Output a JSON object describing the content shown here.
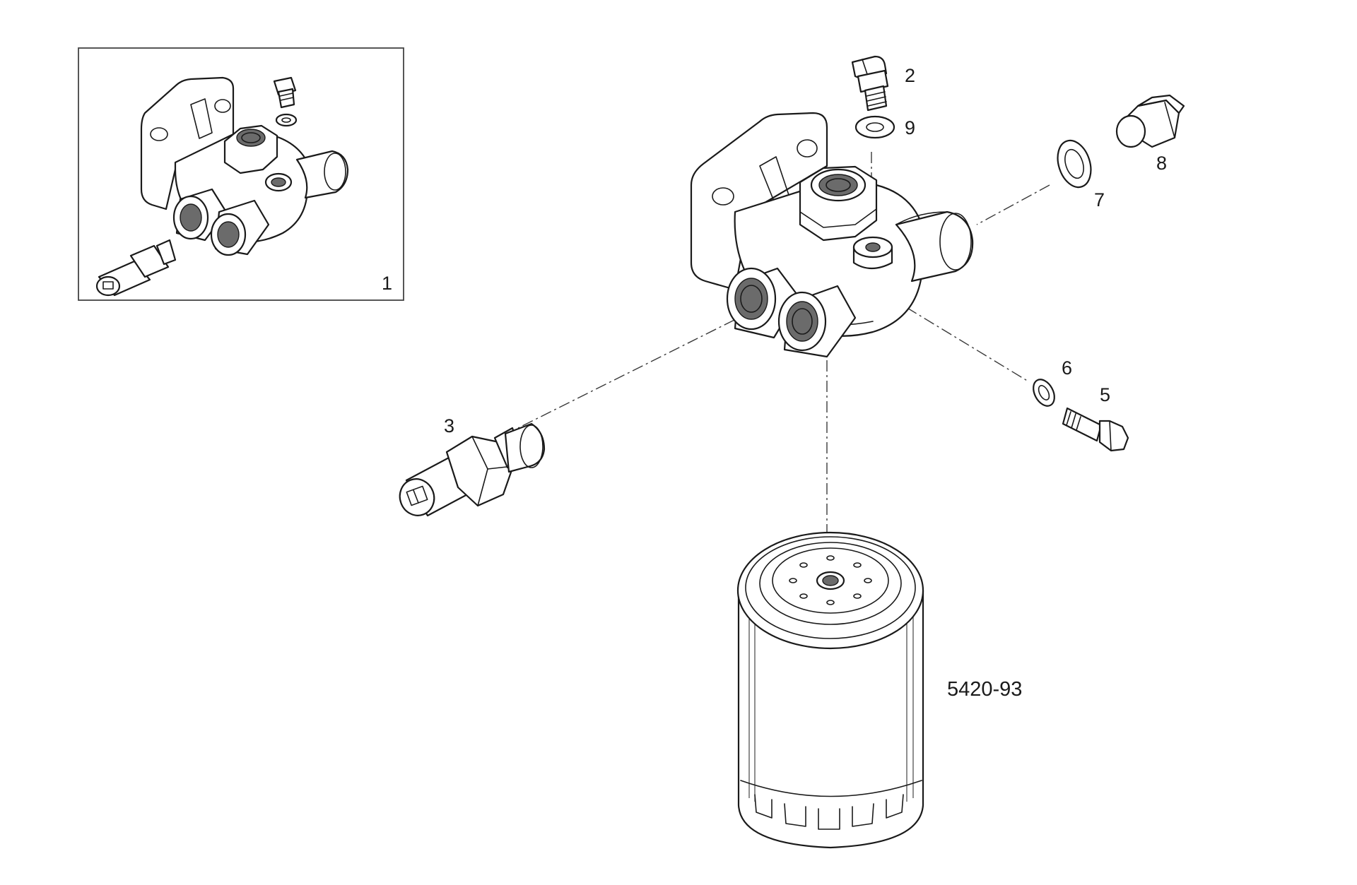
{
  "callouts": {
    "inset_assembly": "1",
    "bleed_screw": "2",
    "sensor": "3",
    "bolt": "5",
    "bolt_washer": "6",
    "plug_washer": "7",
    "plug": "8",
    "screw_washer": "9"
  },
  "reference_number": "5420-93"
}
